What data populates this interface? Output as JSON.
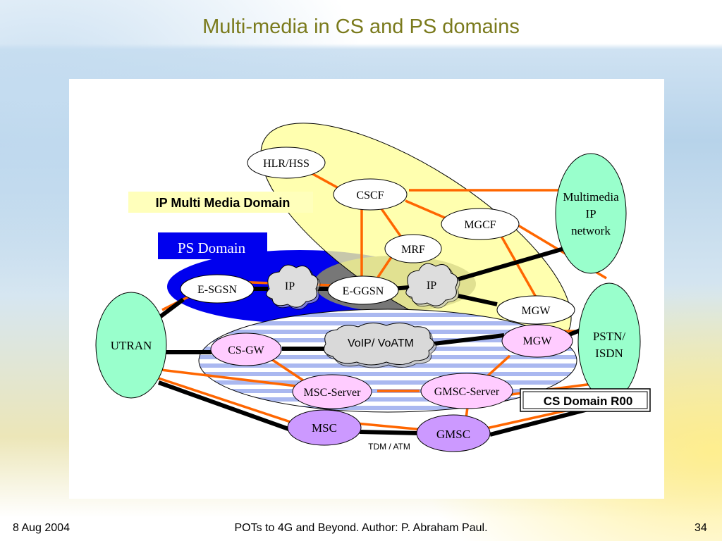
{
  "slide": {
    "title": "Multi-media in CS and PS domains",
    "footer_date": "8 Aug 2004",
    "footer_text": "POTs to 4G and Beyond. Author: P. Abraham Paul.",
    "page_number": "34"
  },
  "diagram": {
    "domain_labels": {
      "ims": "IP Multi Media Domain",
      "ps": "PS Domain",
      "cs": "CS Domain R00"
    },
    "nodes": {
      "hlr_hss": "HLR/HSS",
      "cscf": "CSCF",
      "mgcf": "MGCF",
      "mrf": "MRF",
      "e_sgsn": "E-SGSN",
      "e_ggsn": "E-GGSN",
      "mgw_top": "MGW",
      "mgw_mid": "MGW",
      "cs_gw": "CS-GW",
      "msc_server": "MSC-Server",
      "gmsc_server": "GMSC-Server",
      "msc": "MSC",
      "gmsc": "GMSC",
      "utran": "UTRAN",
      "multimedia_line1": "Multimedia",
      "multimedia_line2": "IP",
      "multimedia_line3": "network",
      "pstn_line1": "PSTN/",
      "pstn_line2": "ISDN"
    },
    "clouds": {
      "ip_left": "IP",
      "ip_right": "IP",
      "voip": "VoIP/ VoATM"
    },
    "link_label": "TDM / ATM",
    "colors": {
      "title": "#7a7a1c",
      "ims_fill": "#ffff99",
      "ps_fill": "#0000ee",
      "node_green": "#99ffcc",
      "node_pink": "#ffccff",
      "node_purple": "#cc99ff",
      "signal_line": "#ff6600",
      "bearer_line": "#000000"
    }
  }
}
